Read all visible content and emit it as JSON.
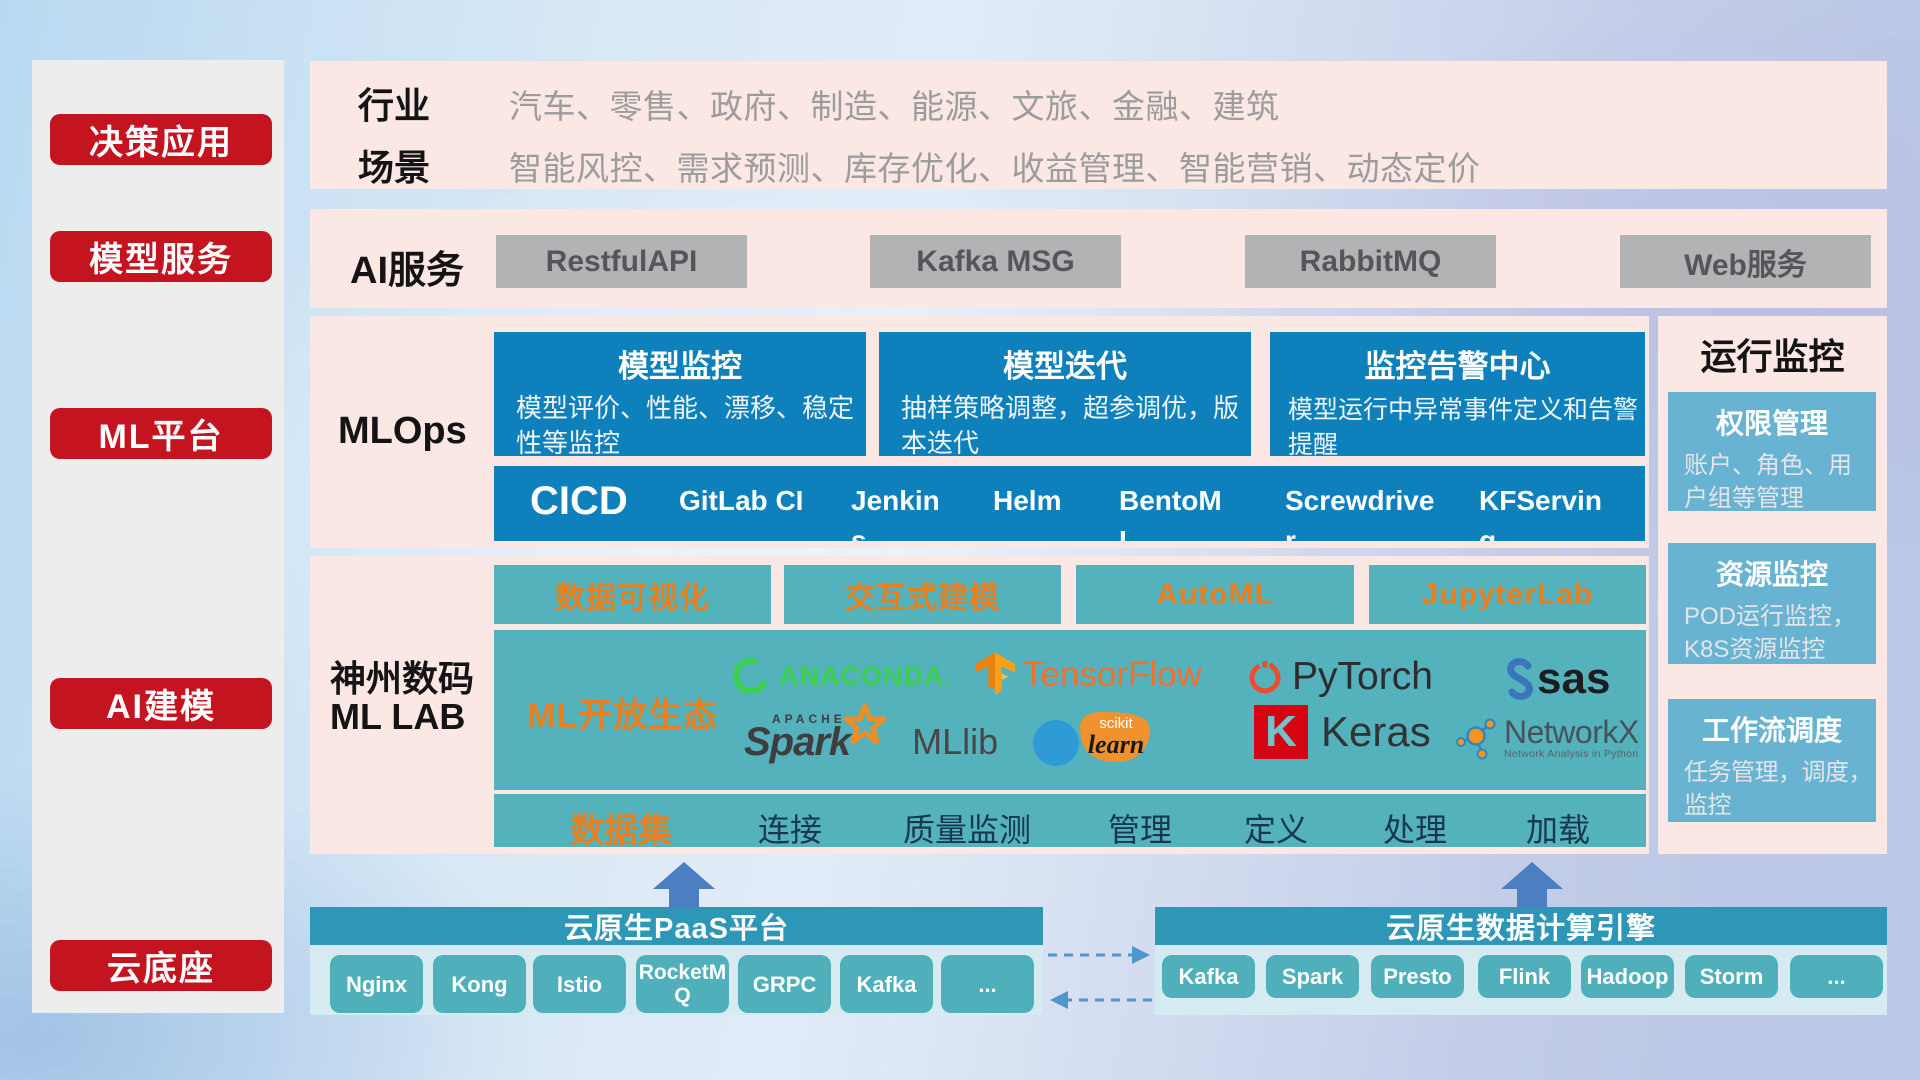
{
  "colors": {
    "red": "#c41420",
    "pink": "#fbe7e4",
    "blue": "#0e80bb",
    "teal": "#54b2bd",
    "teal_dark": "#2e96b7",
    "monitor_blue": "#67b3d1",
    "orange": "#e8801f",
    "gray_button": "#b2b3b5",
    "sidebar_gray": "#ededee"
  },
  "sidebar": {
    "items": [
      {
        "label": "决策应用"
      },
      {
        "label": "模型服务"
      },
      {
        "label": "ML平台"
      },
      {
        "label": "AI建模"
      },
      {
        "label": "云底座"
      }
    ]
  },
  "industry_row": {
    "row1_label": "行业",
    "industries": "汽车、零售、政府、制造、能源、文旅、金融、建筑",
    "row2_label": "场景",
    "scenarios": "智能风控、需求预测、库存优化、收益管理、智能营销、动态定价"
  },
  "ai_service_row": {
    "label": "AI服务",
    "buttons": [
      "RestfulAPI",
      "Kafka MSG",
      "RabbitMQ",
      "Web服务"
    ]
  },
  "mlops_row": {
    "label": "MLOps",
    "boxes": [
      {
        "title": "模型监控",
        "desc": "模型评价、性能、漂移、稳定性等监控"
      },
      {
        "title": "模型迭代",
        "desc": "抽样策略调整，超参调优，版本迭代"
      },
      {
        "title": "监控告警中心",
        "desc": "模型运行中异常事件定义和告警提醒"
      }
    ],
    "cicd": {
      "label": "CICD",
      "tools": [
        "GitLab CI",
        "Jenkins",
        "Helm",
        "BentoML",
        "Screwdriver",
        "KFServing"
      ]
    }
  },
  "monitor_col": {
    "title": "运行监控",
    "boxes": [
      {
        "title": "权限管理",
        "desc": "账户、角色、用户组等管理"
      },
      {
        "title": "资源监控",
        "desc": "POD运行监控，K8S资源监控"
      },
      {
        "title": "工作流调度",
        "desc": "任务管理，调度，监控"
      }
    ]
  },
  "mllab_row": {
    "label_line1": "神州数码",
    "label_line2": "ML LAB",
    "tabs": [
      "数据可视化",
      "交互式建模",
      "AutoML",
      "JupyterLab"
    ],
    "ecosystem_label": "ML开放生态",
    "logos": {
      "anaconda": {
        "text": "ANACONDA."
      },
      "tensorflow": {
        "text": "TensorFlow"
      },
      "pytorch": {
        "text": "PyTorch"
      },
      "sas": {
        "text": "sas"
      },
      "spark": {
        "apache": "APACHE",
        "text": "Spark",
        "suffix": "MLlib"
      },
      "sklearn": {
        "line1": "scikit",
        "line2": "learn"
      },
      "keras": {
        "letter": "K",
        "text": "Keras"
      },
      "networkx": {
        "text": "NetworkX",
        "subtitle": "Network Analysis in Python"
      }
    },
    "dataset": {
      "label": "数据集",
      "items": [
        "连接",
        "质量监测",
        "管理",
        "定义",
        "处理",
        "加载"
      ]
    }
  },
  "foundation": {
    "paas": {
      "title": "云原生PaaS平台",
      "items": [
        "Nginx",
        "Kong",
        "Istio",
        "RocketMQ",
        "GRPC",
        "Kafka",
        "..."
      ]
    },
    "engine": {
      "title": "云原生数据计算引擎",
      "items": [
        "Kafka",
        "Spark",
        "Presto",
        "Flink",
        "Hadoop",
        "Storm",
        "..."
      ]
    }
  }
}
